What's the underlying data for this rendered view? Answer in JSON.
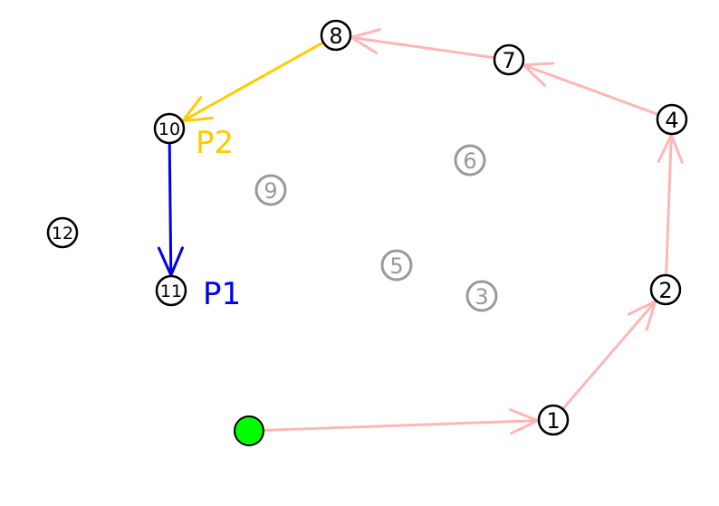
{
  "diagram": {
    "start": {
      "color": "#00ff00"
    },
    "nodes": [
      {
        "id": "n1",
        "label": "1",
        "state": "active"
      },
      {
        "id": "n2",
        "label": "2",
        "state": "active"
      },
      {
        "id": "n3",
        "label": "3",
        "state": "inactive"
      },
      {
        "id": "n4",
        "label": "4",
        "state": "active"
      },
      {
        "id": "n5",
        "label": "5",
        "state": "inactive"
      },
      {
        "id": "n6",
        "label": "6",
        "state": "inactive"
      },
      {
        "id": "n7",
        "label": "7",
        "state": "active"
      },
      {
        "id": "n8",
        "label": "8",
        "state": "active"
      },
      {
        "id": "n9",
        "label": "9",
        "state": "inactive"
      },
      {
        "id": "n10",
        "label": "10",
        "state": "active"
      },
      {
        "id": "n11",
        "label": "11",
        "state": "active"
      },
      {
        "id": "n12",
        "label": "12",
        "state": "active"
      }
    ],
    "edges": [
      {
        "from": "start",
        "to": "n1",
        "color": "#ffb6b6"
      },
      {
        "from": "n1",
        "to": "n2",
        "color": "#ffb6b6"
      },
      {
        "from": "n2",
        "to": "n4",
        "color": "#ffb6b6"
      },
      {
        "from": "n4",
        "to": "n7",
        "color": "#ffb6b6"
      },
      {
        "from": "n7",
        "to": "n8",
        "color": "#ffb6b6"
      },
      {
        "from": "n8",
        "to": "n10",
        "color": "#ffcc00"
      },
      {
        "from": "n10",
        "to": "n11",
        "color": "#0000ee"
      }
    ],
    "path_labels": [
      {
        "text": "P2",
        "color": "#ffcc00",
        "near": "n10"
      },
      {
        "text": "P1",
        "color": "#0000ee",
        "near": "n11"
      }
    ],
    "colors": {
      "active_stroke": "#000000",
      "inactive_stroke": "#999999"
    }
  }
}
